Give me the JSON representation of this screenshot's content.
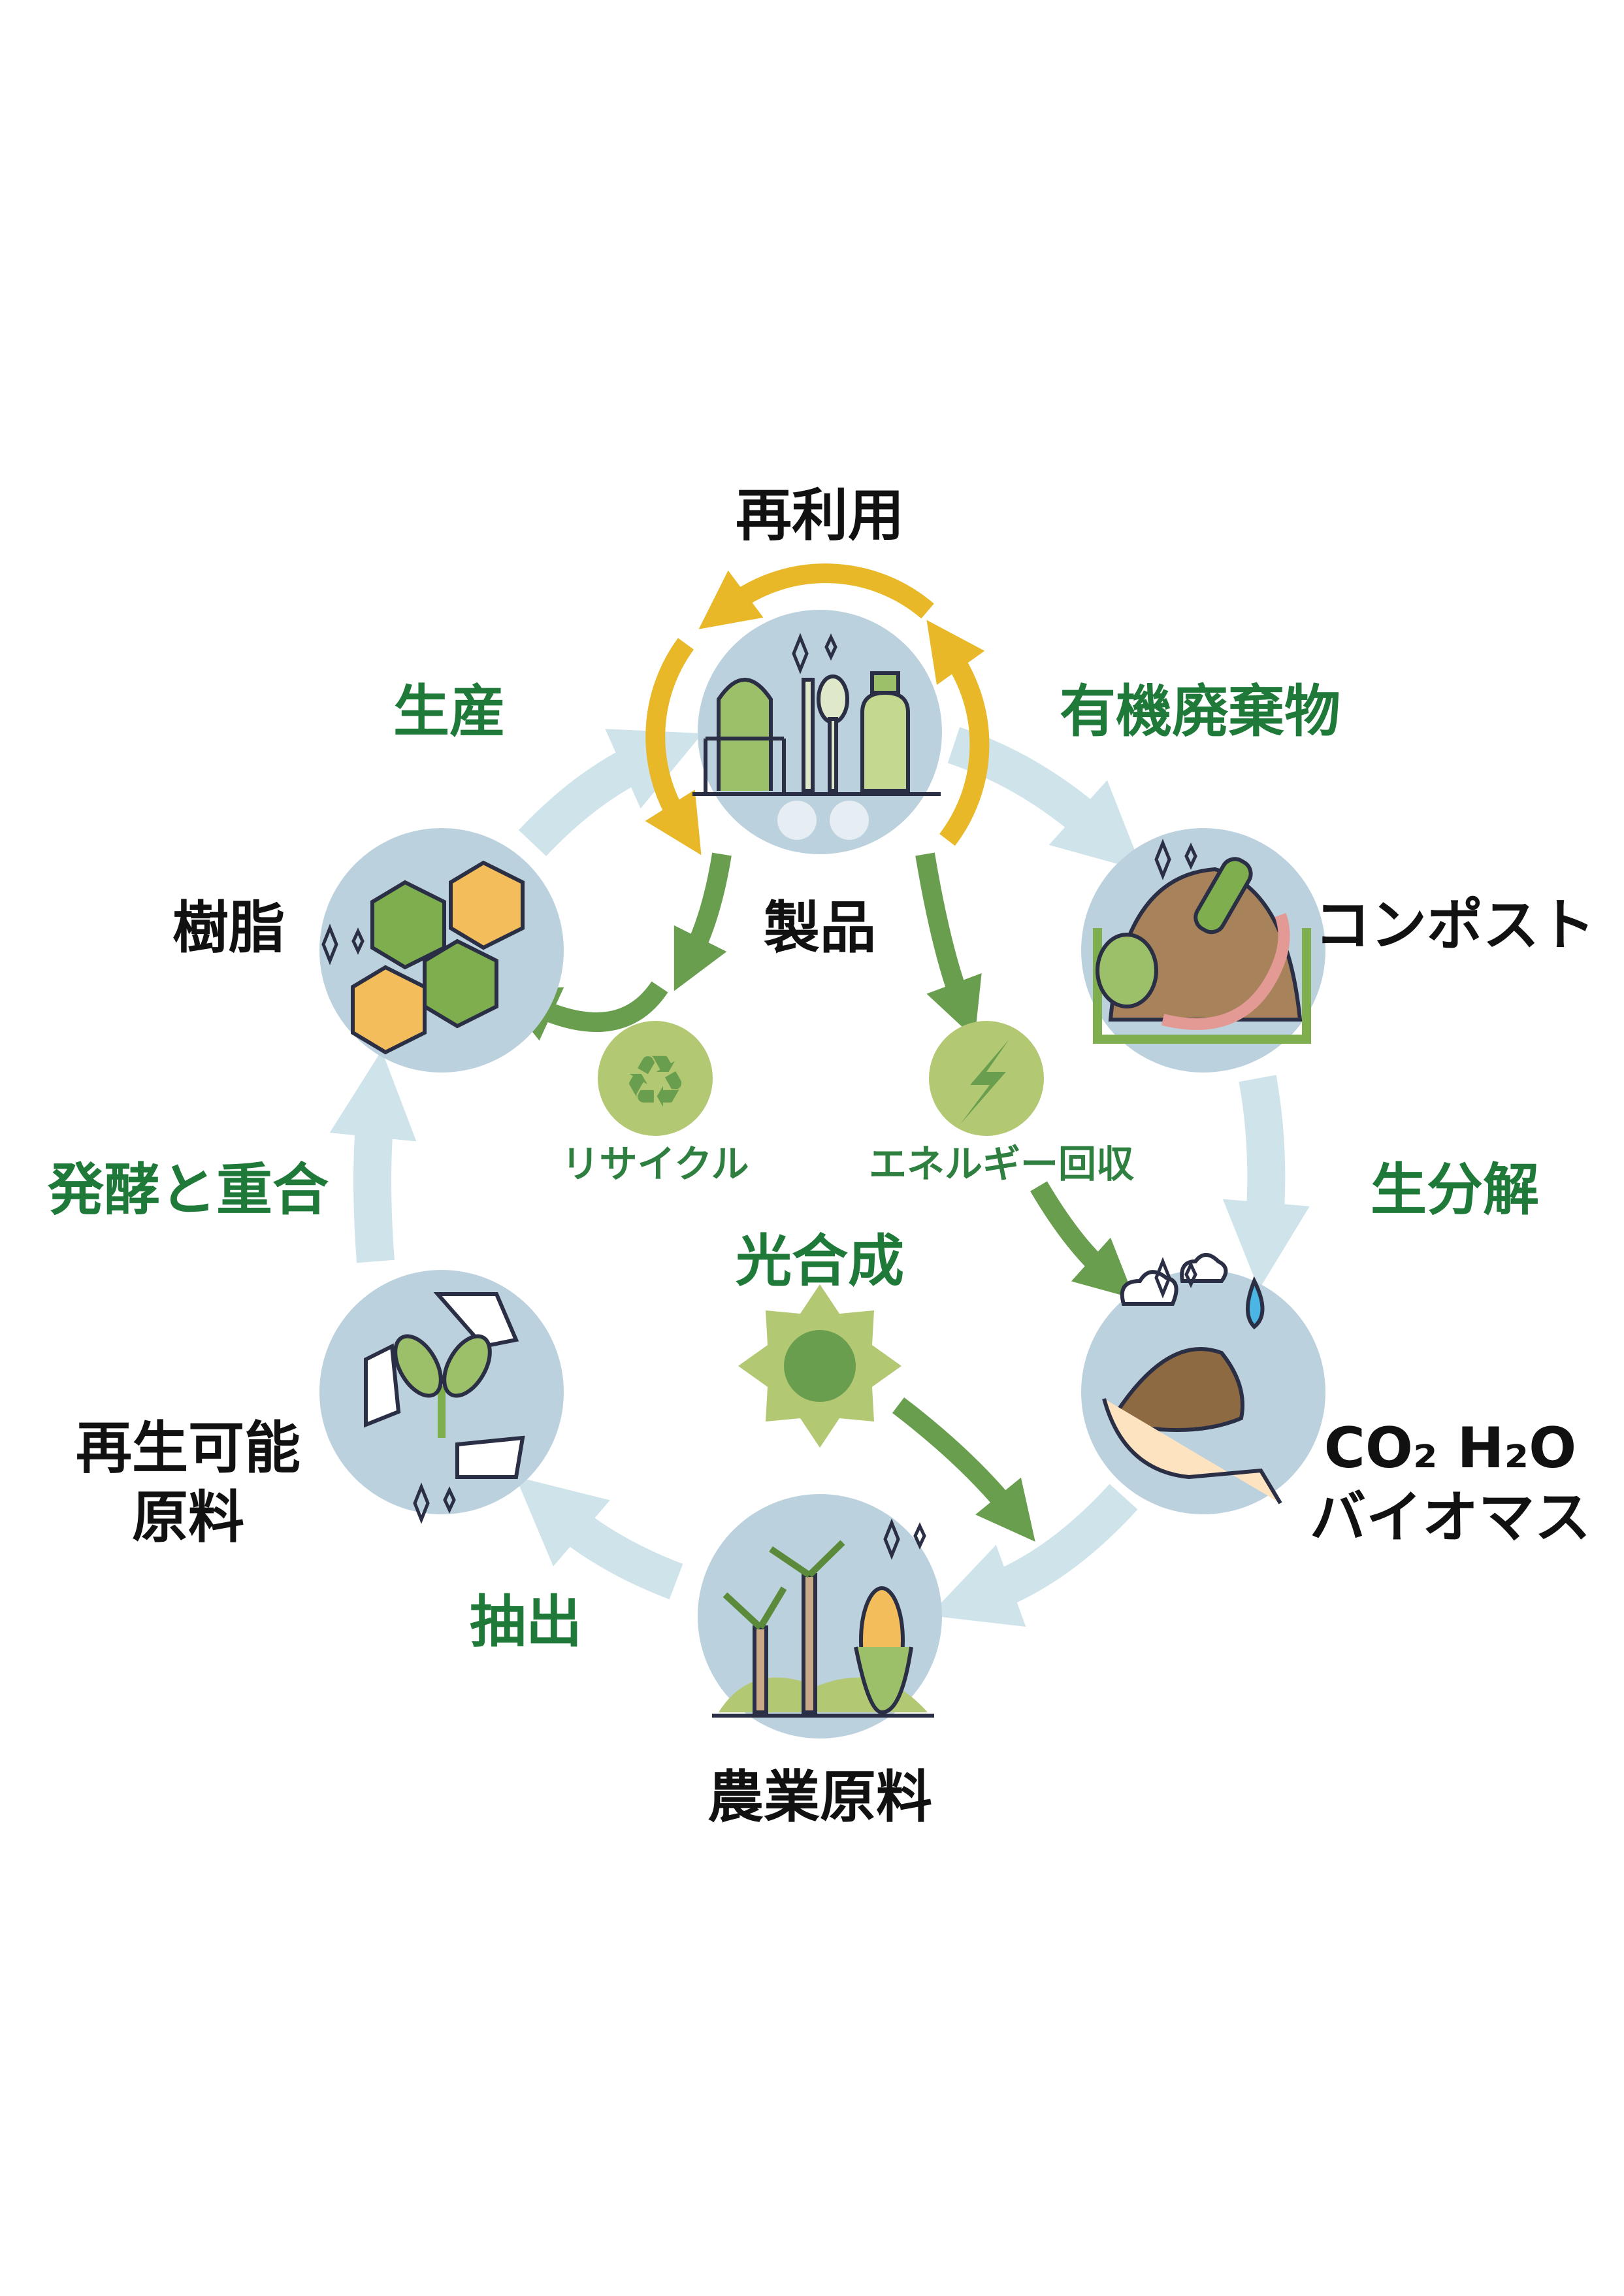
{
  "colors": {
    "circle_fill": "#bcd1de",
    "flow_arrow": "#cfe3ea",
    "process_arrow": "#6a9e4f",
    "reuse_arrow": "#e8b828",
    "green_text": "#1f7a3a",
    "sub_circle": "#b3c873"
  },
  "nodes": {
    "products": "製品",
    "resin": "樹脂",
    "compost": "コンポスト",
    "co2_h2o": "CO₂ H₂O",
    "biomass": "バイオマス",
    "agri_1": "農業原料",
    "renewable_1": "再生可能",
    "renewable_2": "原料"
  },
  "processes": {
    "reuse": "再利用",
    "production": "生産",
    "organic_waste": "有機廃棄物",
    "biodegradation": "生分解",
    "extraction": "抽出",
    "fermentation": "発酵と重合",
    "photosynthesis": "光合成",
    "recycle": "リサイクル",
    "energy_recovery": "エネルギー回収"
  },
  "icons": {
    "products": "chair-cutlery-bottle-icon",
    "resin": "cubes-icon",
    "compost": "compost-bin-icon",
    "biomass": "soil-in-hand-icon",
    "agri": "sugarcane-corn-icon",
    "renewable": "recycle-sprout-icon",
    "recycle": "recycle-icon",
    "energy": "lightning-icon",
    "sun": "sun-icon"
  }
}
